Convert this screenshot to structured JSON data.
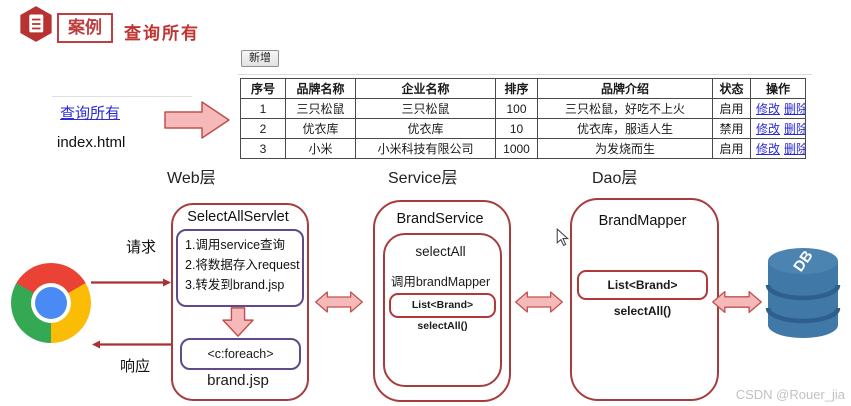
{
  "colors": {
    "accent_red": "#c03434",
    "box_border_red": "#a63d3d",
    "box_border_purple": "#5f4b8b",
    "arrow_pink_fill": "#f6b9b9",
    "arrow_pink_stroke": "#c0504d",
    "link_blue": "#2b2bd5",
    "db_blue": "#4078a8"
  },
  "icons": {
    "badge": "case-document-icon",
    "browser": "chrome-logo-icon",
    "database": "db-cylinder-icon",
    "cursor": "mouse-pointer-icon"
  },
  "header": {
    "badge": "案例",
    "title": "查询所有"
  },
  "browser_page": {
    "add_button": "新增",
    "table": {
      "headers": [
        "序号",
        "品牌名称",
        "企业名称",
        "排序",
        "品牌介绍",
        "状态",
        "操作"
      ],
      "rows": [
        {
          "no": "1",
          "brand": "三只松鼠",
          "company": "三只松鼠",
          "order": "100",
          "desc": "三只松鼠，好吃不上火",
          "status": "启用",
          "edit": "修改",
          "del": "删除"
        },
        {
          "no": "2",
          "brand": "优衣库",
          "company": "优衣库",
          "order": "10",
          "desc": "优衣库，服适人生",
          "status": "禁用",
          "edit": "修改",
          "del": "删除"
        },
        {
          "no": "3",
          "brand": "小米",
          "company": "小米科技有限公司",
          "order": "1000",
          "desc": "为发烧而生",
          "status": "启用",
          "edit": "修改",
          "del": "删除"
        }
      ]
    }
  },
  "index_page": {
    "link": "查询所有",
    "filename": "index.html"
  },
  "flow": {
    "request": "请求",
    "response": "响应"
  },
  "layers": {
    "web": {
      "label": "Web层",
      "title": "SelectAllServlet",
      "steps": [
        "1.调用service查询",
        "2.将数据存入request",
        "3.转发到brand.jsp"
      ],
      "foreach_tag": "<c:foreach>",
      "page": "brand.jsp"
    },
    "service": {
      "label": "Service层",
      "title": "BrandService",
      "method": "selectAll",
      "call_text": "调用brandMapper",
      "mapper_call": "List<Brand> selectAll()"
    },
    "dao": {
      "label": "Dao层",
      "title": "BrandMapper",
      "method": "List<Brand> selectAll()"
    }
  },
  "db": {
    "label": "DB"
  },
  "watermark": "CSDN @Rouer_jia"
}
